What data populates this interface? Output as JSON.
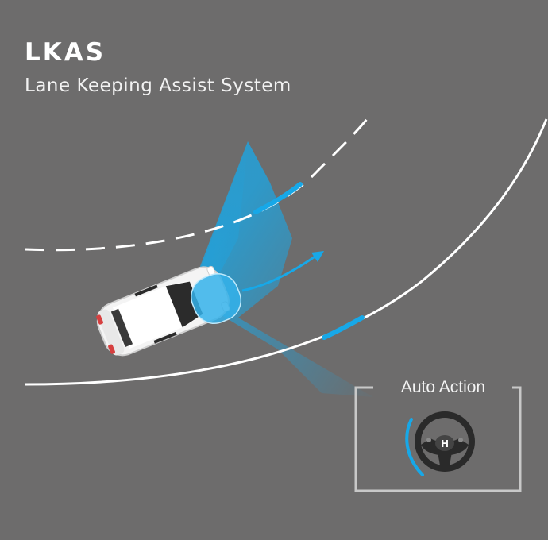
{
  "header": {
    "title": "LKAS",
    "subtitle": "Lane Keeping Assist System"
  },
  "panel": {
    "label": "Auto Action"
  },
  "icons": [
    "car-icon",
    "steering-wheel-icon",
    "arc-arrow-icon"
  ],
  "colors": {
    "background": "#6d6c6c",
    "lane_line": "#ffffff",
    "accent_blue": "#17a8e8"
  }
}
